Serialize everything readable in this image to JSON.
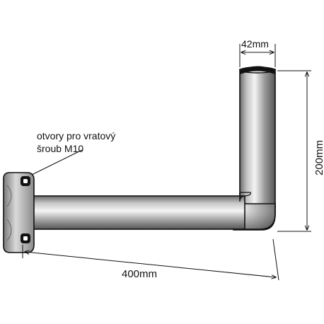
{
  "labels": {
    "top_width": "42mm",
    "height": "200mm",
    "length": "400mm",
    "note_line1": "otvory pro vratový",
    "note_line2": "šroub M10"
  },
  "colors": {
    "ink": "#111111",
    "metal_light": "#f2f2f2",
    "metal_mid": "#a9a9a9",
    "metal_dark": "#5a5a5a"
  }
}
